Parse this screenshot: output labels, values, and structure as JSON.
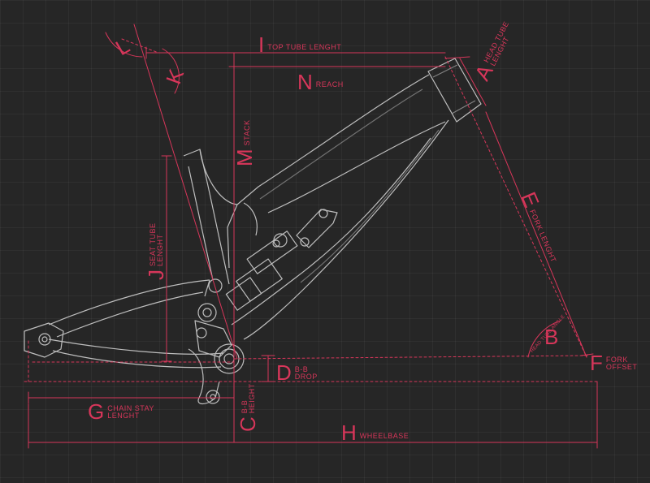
{
  "colors": {
    "background": "#262626",
    "accent": "#d7365a",
    "frame": "#d9d9d9"
  },
  "labels": {
    "I": {
      "letter": "I",
      "text": "TOP TUBE LENGHT"
    },
    "N": {
      "letter": "N",
      "text": "REACH"
    },
    "M": {
      "letter": "M",
      "text": "STACK"
    },
    "A": {
      "letter": "A",
      "line1": "HEAD TUBE",
      "line2": "LENGHT"
    },
    "E": {
      "letter": "E",
      "text": "FORK LENGHT"
    },
    "J": {
      "letter": "J",
      "line1": "SEAT TUBE",
      "line2": "LENGHT"
    },
    "B": {
      "letter": "B",
      "text": "HEAD TUBE ANGLE"
    },
    "F": {
      "letter": "F",
      "line1": "FORK",
      "line2": "OFFSET"
    },
    "D": {
      "letter": "D",
      "line1": "B-B",
      "line2": "DROP"
    },
    "G": {
      "letter": "G",
      "line1": "CHAIN STAY",
      "line2": "LENGHT"
    },
    "C": {
      "letter": "C",
      "line1": "B-B",
      "line2": "HEIGHT"
    },
    "H": {
      "letter": "H",
      "text": "WHEELBASE"
    },
    "K": {
      "letter": "K"
    },
    "L": {
      "letter": "L"
    }
  }
}
